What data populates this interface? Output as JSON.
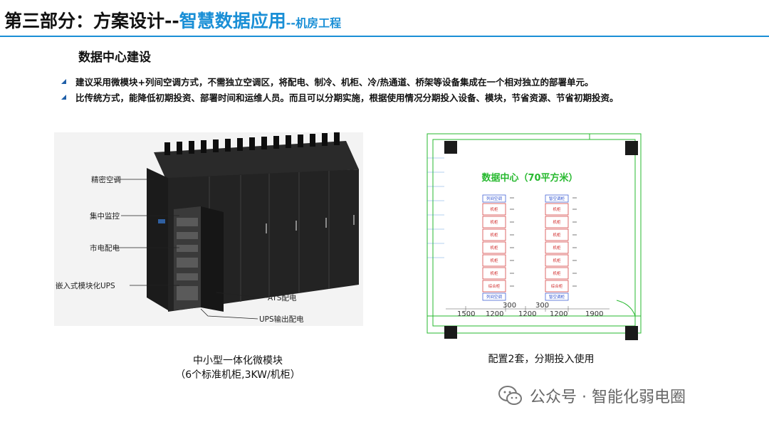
{
  "header": {
    "part": "第三部分：方案设计--",
    "main": "智慧数据应用",
    "sub": "--机房工程"
  },
  "section_title": "数据中心建设",
  "bullets": [
    "建议采用微模块+列间空调方式，不需独立空调区，将配电、制冷、机柜、冷/热通道、桥架等设备集成在一个相对独立的部署单元。",
    "比传统方式，能降低初期投资、部署时间和运维人员。而且可以分期实施，根据使用情况分期投入设备、模块，节省资源、节省初期投资。"
  ],
  "left_figure": {
    "labels": [
      "精密空调",
      "集中监控",
      "市电配电",
      "嵌入式模块化UPS",
      "ATS配电",
      "UPS输出配电"
    ]
  },
  "right_figure": {
    "room_title": "数据中心（70平方米）",
    "left_column": [
      "列间空调",
      "机柜",
      "机柜",
      "机柜",
      "机柜",
      "机柜",
      "机柜",
      "综合柜",
      "列间空调"
    ],
    "right_column": [
      "智空调柜",
      "机柜",
      "机柜",
      "机柜",
      "机柜",
      "机柜",
      "机柜",
      "综合柜",
      "智空调柜"
    ],
    "dims_top": [
      "300",
      "300"
    ],
    "dims_bottom": [
      "1500",
      "1200",
      "1200",
      "1200",
      "1900"
    ]
  },
  "captions": {
    "left_line1": "中小型一体化微模块",
    "left_line2": "（6个标准机柜,3KW/机柜）",
    "right": "配置2套，分期投入使用"
  },
  "watermark": "公众号 · 智能化弱电圈",
  "colors": {
    "accent": "#1a8fd6",
    "bullet": "#1f5fa8"
  }
}
